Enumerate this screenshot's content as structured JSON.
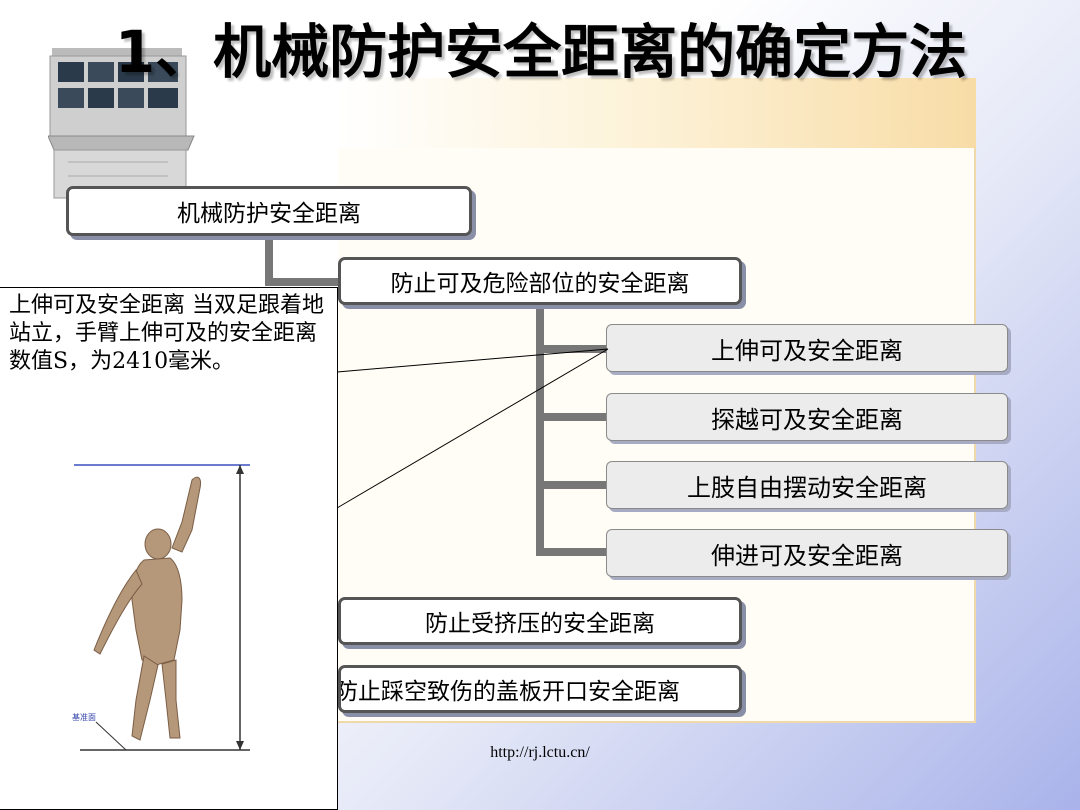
{
  "slide": {
    "title": "1、机械防护安全距离的确定方法",
    "footer_url": "http://rj.lctu.cn/"
  },
  "diagram": {
    "root": "机械防护安全距离",
    "level1": [
      "防止可及危险部位的安全距离",
      "防止受挤压的安全距离",
      "防止踩空致伤的盖板开口安全距离"
    ],
    "level2": [
      "上伸可及安全距离",
      "探越可及安全距离",
      "上肢自由摆动安全距离",
      "伸进可及安全距离"
    ]
  },
  "callout": {
    "text": "上伸可及安全距离 当双足跟着地站立，手臂上伸可及的安全距离数值S，为2410毫米。",
    "figure_label": "基准面"
  },
  "colors": {
    "connector": "#777777",
    "box_border": "#555555",
    "sub_box_fill": "#ececec",
    "band": "#f8dca6"
  },
  "icons": {
    "decor_image": "control-console-icon",
    "figure": "human-figure-illustration"
  }
}
